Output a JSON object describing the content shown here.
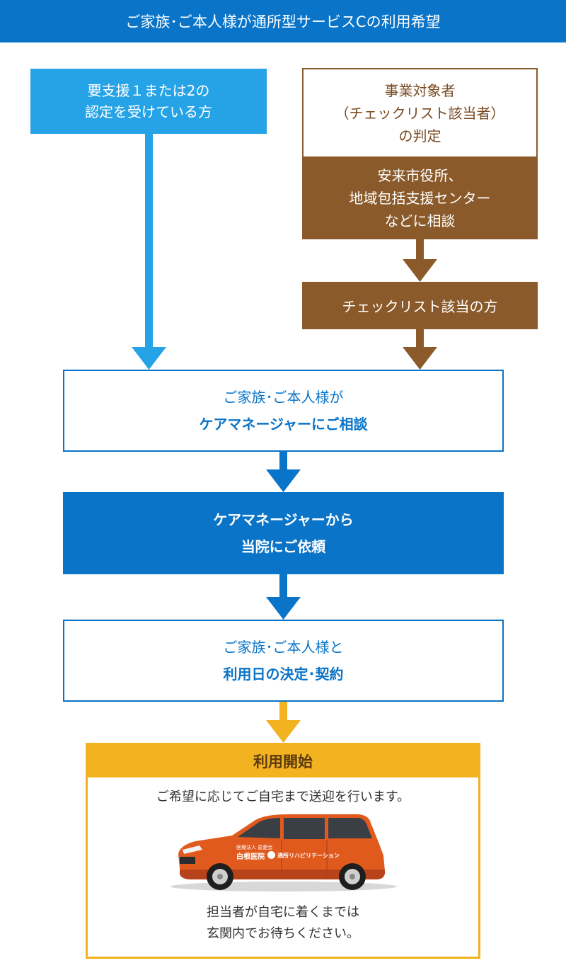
{
  "header": {
    "title": "ご家族･ご本人様が通所型サービスCの利用希望"
  },
  "left_branch": {
    "line1": "要支援１または2の",
    "line2": "認定を受けている方"
  },
  "right_branch": {
    "top_line1": "事業対象者",
    "top_line2": "（チェックリスト該当者）",
    "top_line3": "の判定",
    "bottom_line1": "安来市役所、",
    "bottom_line2": "地域包括支援センター",
    "bottom_line3": "などに相談",
    "result": "チェックリスト該当の方"
  },
  "step_consult": {
    "line1": "ご家族･ご本人様が",
    "line2": "ケアマネージャーにご相談"
  },
  "step_request": {
    "line1": "ケアマネージャーから",
    "line2": "当院にご依頼"
  },
  "step_contract": {
    "line1": "ご家族･ご本人様と",
    "line2": "利用日の決定･契約"
  },
  "start": {
    "title": "利用開始",
    "pickup": "ご希望に応じてご自宅まで送迎を行います。",
    "wait_line1": "担当者が自宅に着くまでは",
    "wait_line2": "玄関内でお待ちください。",
    "car_text_small": "医療法人 恵愛会",
    "car_text_hospital": "白根医院",
    "car_text_service": "通所リハビリテーション"
  },
  "colors": {
    "blue": "#0a74c8",
    "light_blue": "#25a3e6",
    "brown": "#8b5a2b",
    "yellow": "#f3b220",
    "car_orange": "#e05a1e"
  }
}
